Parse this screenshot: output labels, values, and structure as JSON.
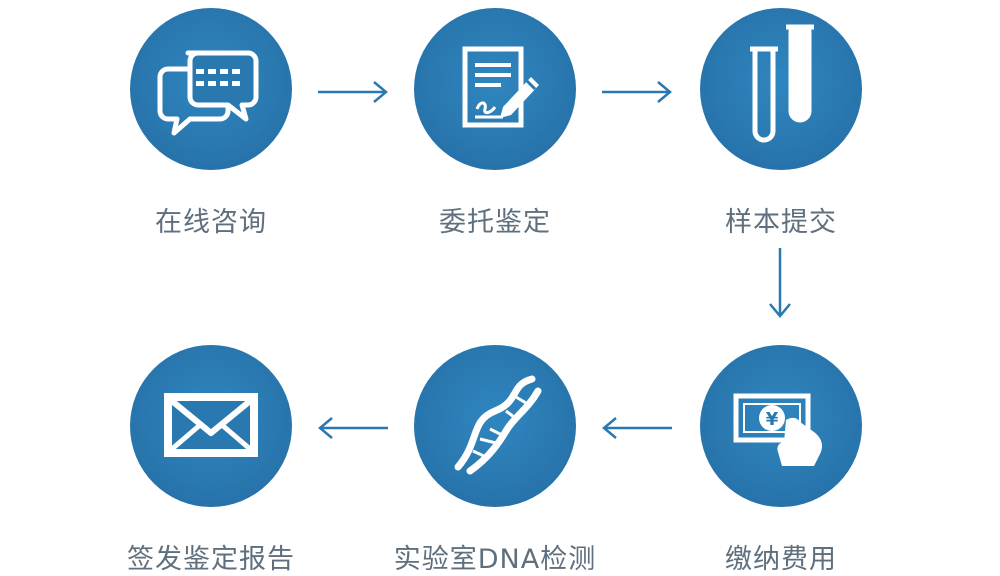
{
  "colors": {
    "circle": "#2a78b0",
    "arrow": "#2a78b0",
    "label": "#5f6f7d"
  },
  "steps": [
    {
      "label": "在线咨询",
      "icon": "chat-bubbles-icon"
    },
    {
      "label": "委托鉴定",
      "icon": "signed-document-icon"
    },
    {
      "label": "样本提交",
      "icon": "test-tubes-icon"
    },
    {
      "label": "缴纳费用",
      "icon": "payment-icon"
    },
    {
      "label": "实验室DNA检测",
      "icon": "dna-icon"
    },
    {
      "label": "签发鉴定报告",
      "icon": "envelope-icon"
    }
  ],
  "payment_symbol": "¥"
}
